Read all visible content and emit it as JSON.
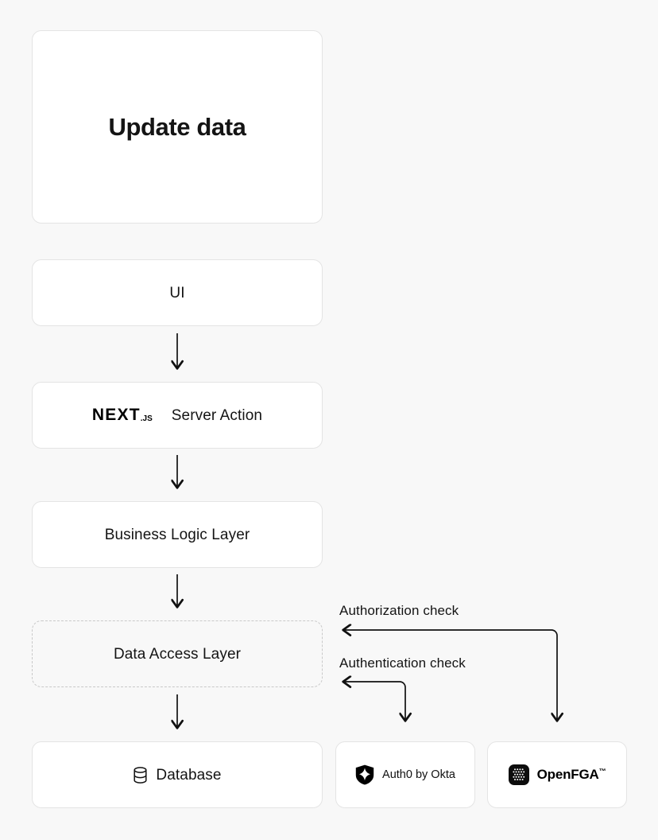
{
  "diagram": {
    "title": "Update data",
    "nodes": {
      "ui": "UI",
      "server_action": "Server Action",
      "business_logic": "Business Logic Layer",
      "data_access": "Data Access Layer",
      "database": "Database",
      "auth0": "Auth0 by Okta",
      "openfga": "OpenFGA"
    },
    "logos": {
      "nextjs_word": "NEXT",
      "nextjs_suffix": ".JS",
      "openfga_tm": "™"
    },
    "edge_labels": {
      "authorization": "Authorization check",
      "authentication": "Authentication check"
    },
    "icons": {
      "database": "database-cylinder-icon",
      "auth0": "auth0-shield-icon",
      "openfga": "openfga-grid-icon",
      "nextjs": "nextjs-wordmark-icon"
    },
    "colors": {
      "background": "#f8f8f8",
      "card_fill": "#ffffff",
      "card_border": "#e4e4e4",
      "dashed_border": "#c9c9c9",
      "text": "#141414",
      "stroke": "#111111"
    }
  }
}
